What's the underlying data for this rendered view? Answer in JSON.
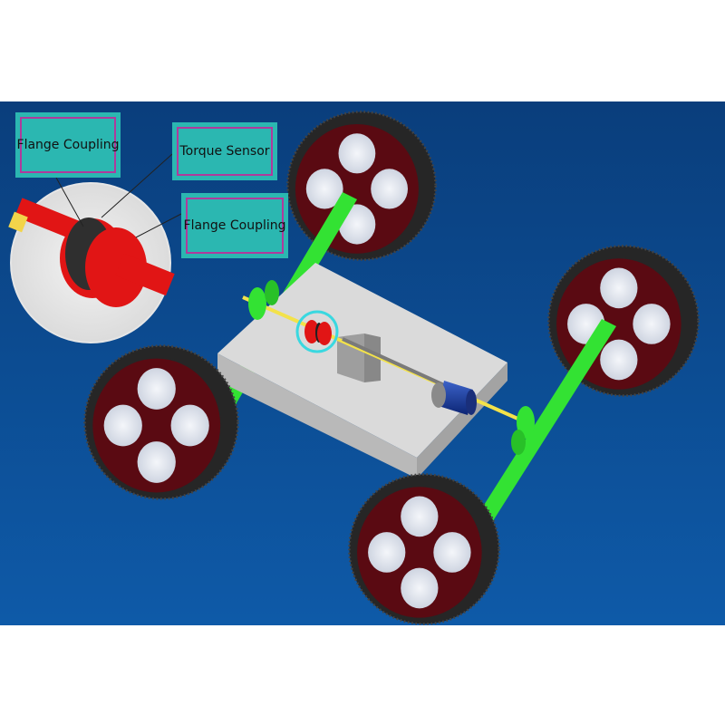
{
  "labels": {
    "flange_coupling_left": "Flange Coupling",
    "torque_sensor": "Torque Sensor",
    "flange_coupling_right": "Flange Coupling"
  },
  "colors": {
    "background": "#0c4e93",
    "wheel_tire": "#2b2b2b",
    "wheel_rim": "#5a0a12",
    "axle": "#33e233",
    "chassis": "#d4d4d4",
    "coupling": "#e11515",
    "callout_fill": "#2bb7b1",
    "callout_border": "#b03a9c"
  }
}
